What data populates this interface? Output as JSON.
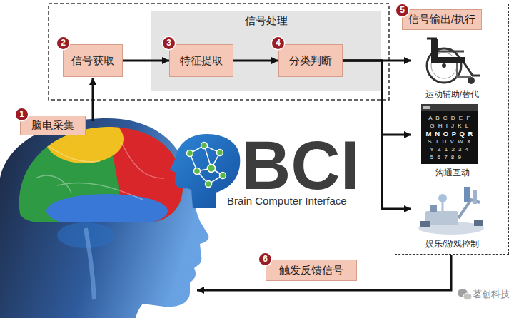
{
  "diagram": {
    "nodes": [
      {
        "text": [
          "脑电采集"
        ]
      },
      {
        "text": [
          "信号获取"
        ]
      },
      {
        "text": [
          "信号处理"
        ]
      },
      {
        "text": [
          "特征提取"
        ],
        "in": 2
      },
      {
        "text": [
          "分类判断"
        ],
        "in": 2
      },
      {
        "text": [
          "信号输出/执行"
        ]
      },
      {
        "text": [
          "运动辅助/替代"
        ],
        "in": 5
      },
      {
        "text": [
          "沟通互动"
        ],
        "in": 5
      },
      {
        "text": [
          "娱乐/游戏控制"
        ],
        "in": 5
      },
      {
        "text": [
          "触发反馈信号"
        ]
      }
    ],
    "edges": [
      {
        "from": 1,
        "to": 3,
        "arrow": "to"
      },
      {
        "from": 3,
        "to": 4,
        "arrow": "to"
      },
      {
        "from": 4,
        "to": 6,
        "arrow": "to"
      },
      {
        "from": 4,
        "to": 7,
        "arrow": "to"
      },
      {
        "from": 4,
        "to": 8,
        "arrow": "to"
      }
    ],
    "labels": [
      "1",
      "2",
      "3",
      "4",
      "5",
      "6",
      "BCI",
      "Brain Computer Interface",
      "A B C D E F",
      "G H I J K L",
      "M N O P Q R",
      "S T U V W X",
      "Y Z 1 2 3 4",
      "5 6 7 8 9 _",
      "茗创科技"
    ]
  }
}
